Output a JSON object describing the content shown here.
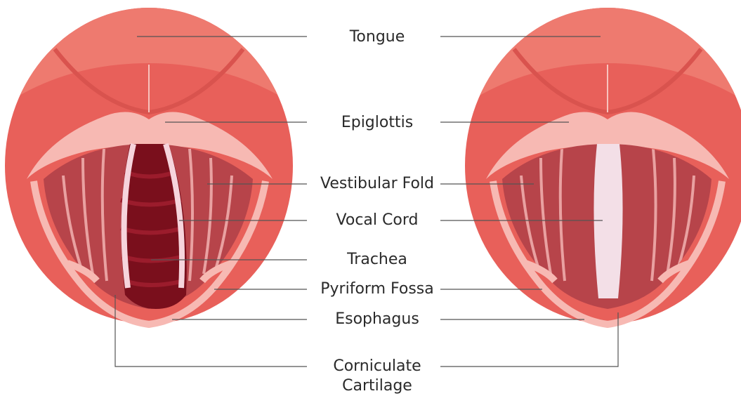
{
  "labels": {
    "tongue": "Tongue",
    "epiglottis": "Epiglottis",
    "vestibular_fold": "Vestibular Fold",
    "vocal_cord": "Vocal Cord",
    "trachea": "Trachea",
    "pyriform_fossa": "Pyriform Fossa",
    "esophagus": "Esophagus",
    "corniculate_line1": "Corniculate",
    "corniculate_line2": "Cartilage"
  },
  "colors": {
    "outer": "#e8605a",
    "upper": "#ee7a6f",
    "rim": "#f7b9b3",
    "inner": "#b7444a",
    "open_airway": "#7a0f1c",
    "closed_cords": "#f3dfe7",
    "line": "#555555"
  }
}
